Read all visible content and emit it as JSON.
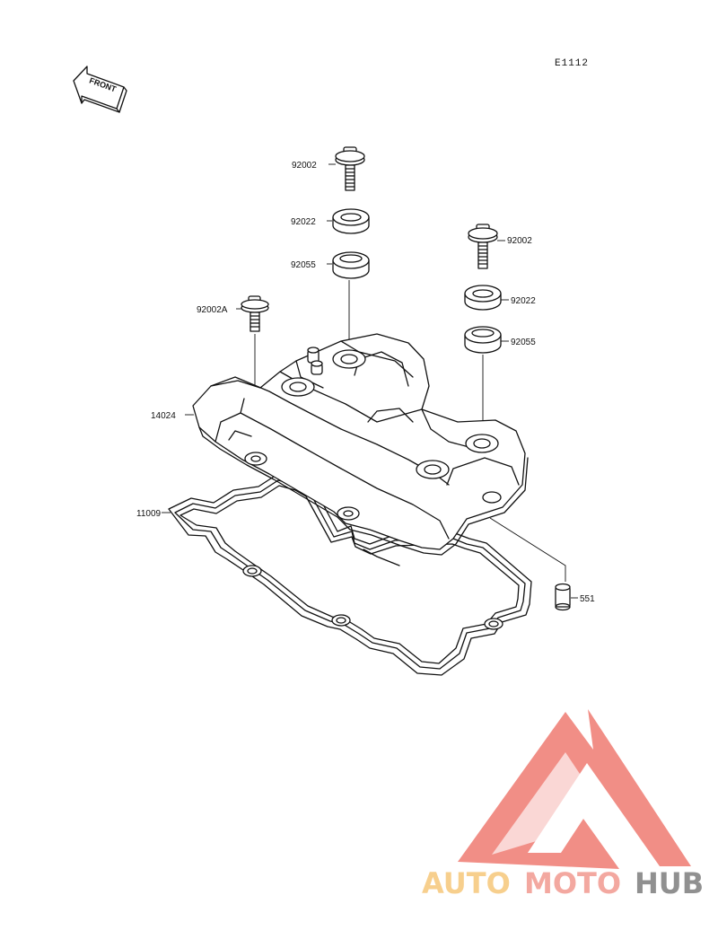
{
  "diagram_code": "E1112",
  "front_label": "FRONT",
  "parts": {
    "bolt_center": "92002",
    "washer_center": "92022",
    "grommet_center": "92055",
    "bolt_right": "92002",
    "washer_right": "92022",
    "grommet_right": "92055",
    "bolt_left": "92002A",
    "cover": "14024",
    "gasket": "11009",
    "pin": "551"
  },
  "watermark": {
    "word_auto": "AUTO",
    "word_moto": "MOTO",
    "word_hub": "HUB",
    "color_auto": "#f6c77a",
    "color_moto": "#f29a90",
    "color_hub": "#7d7d7d",
    "color_triangle": "#ef7b72"
  }
}
